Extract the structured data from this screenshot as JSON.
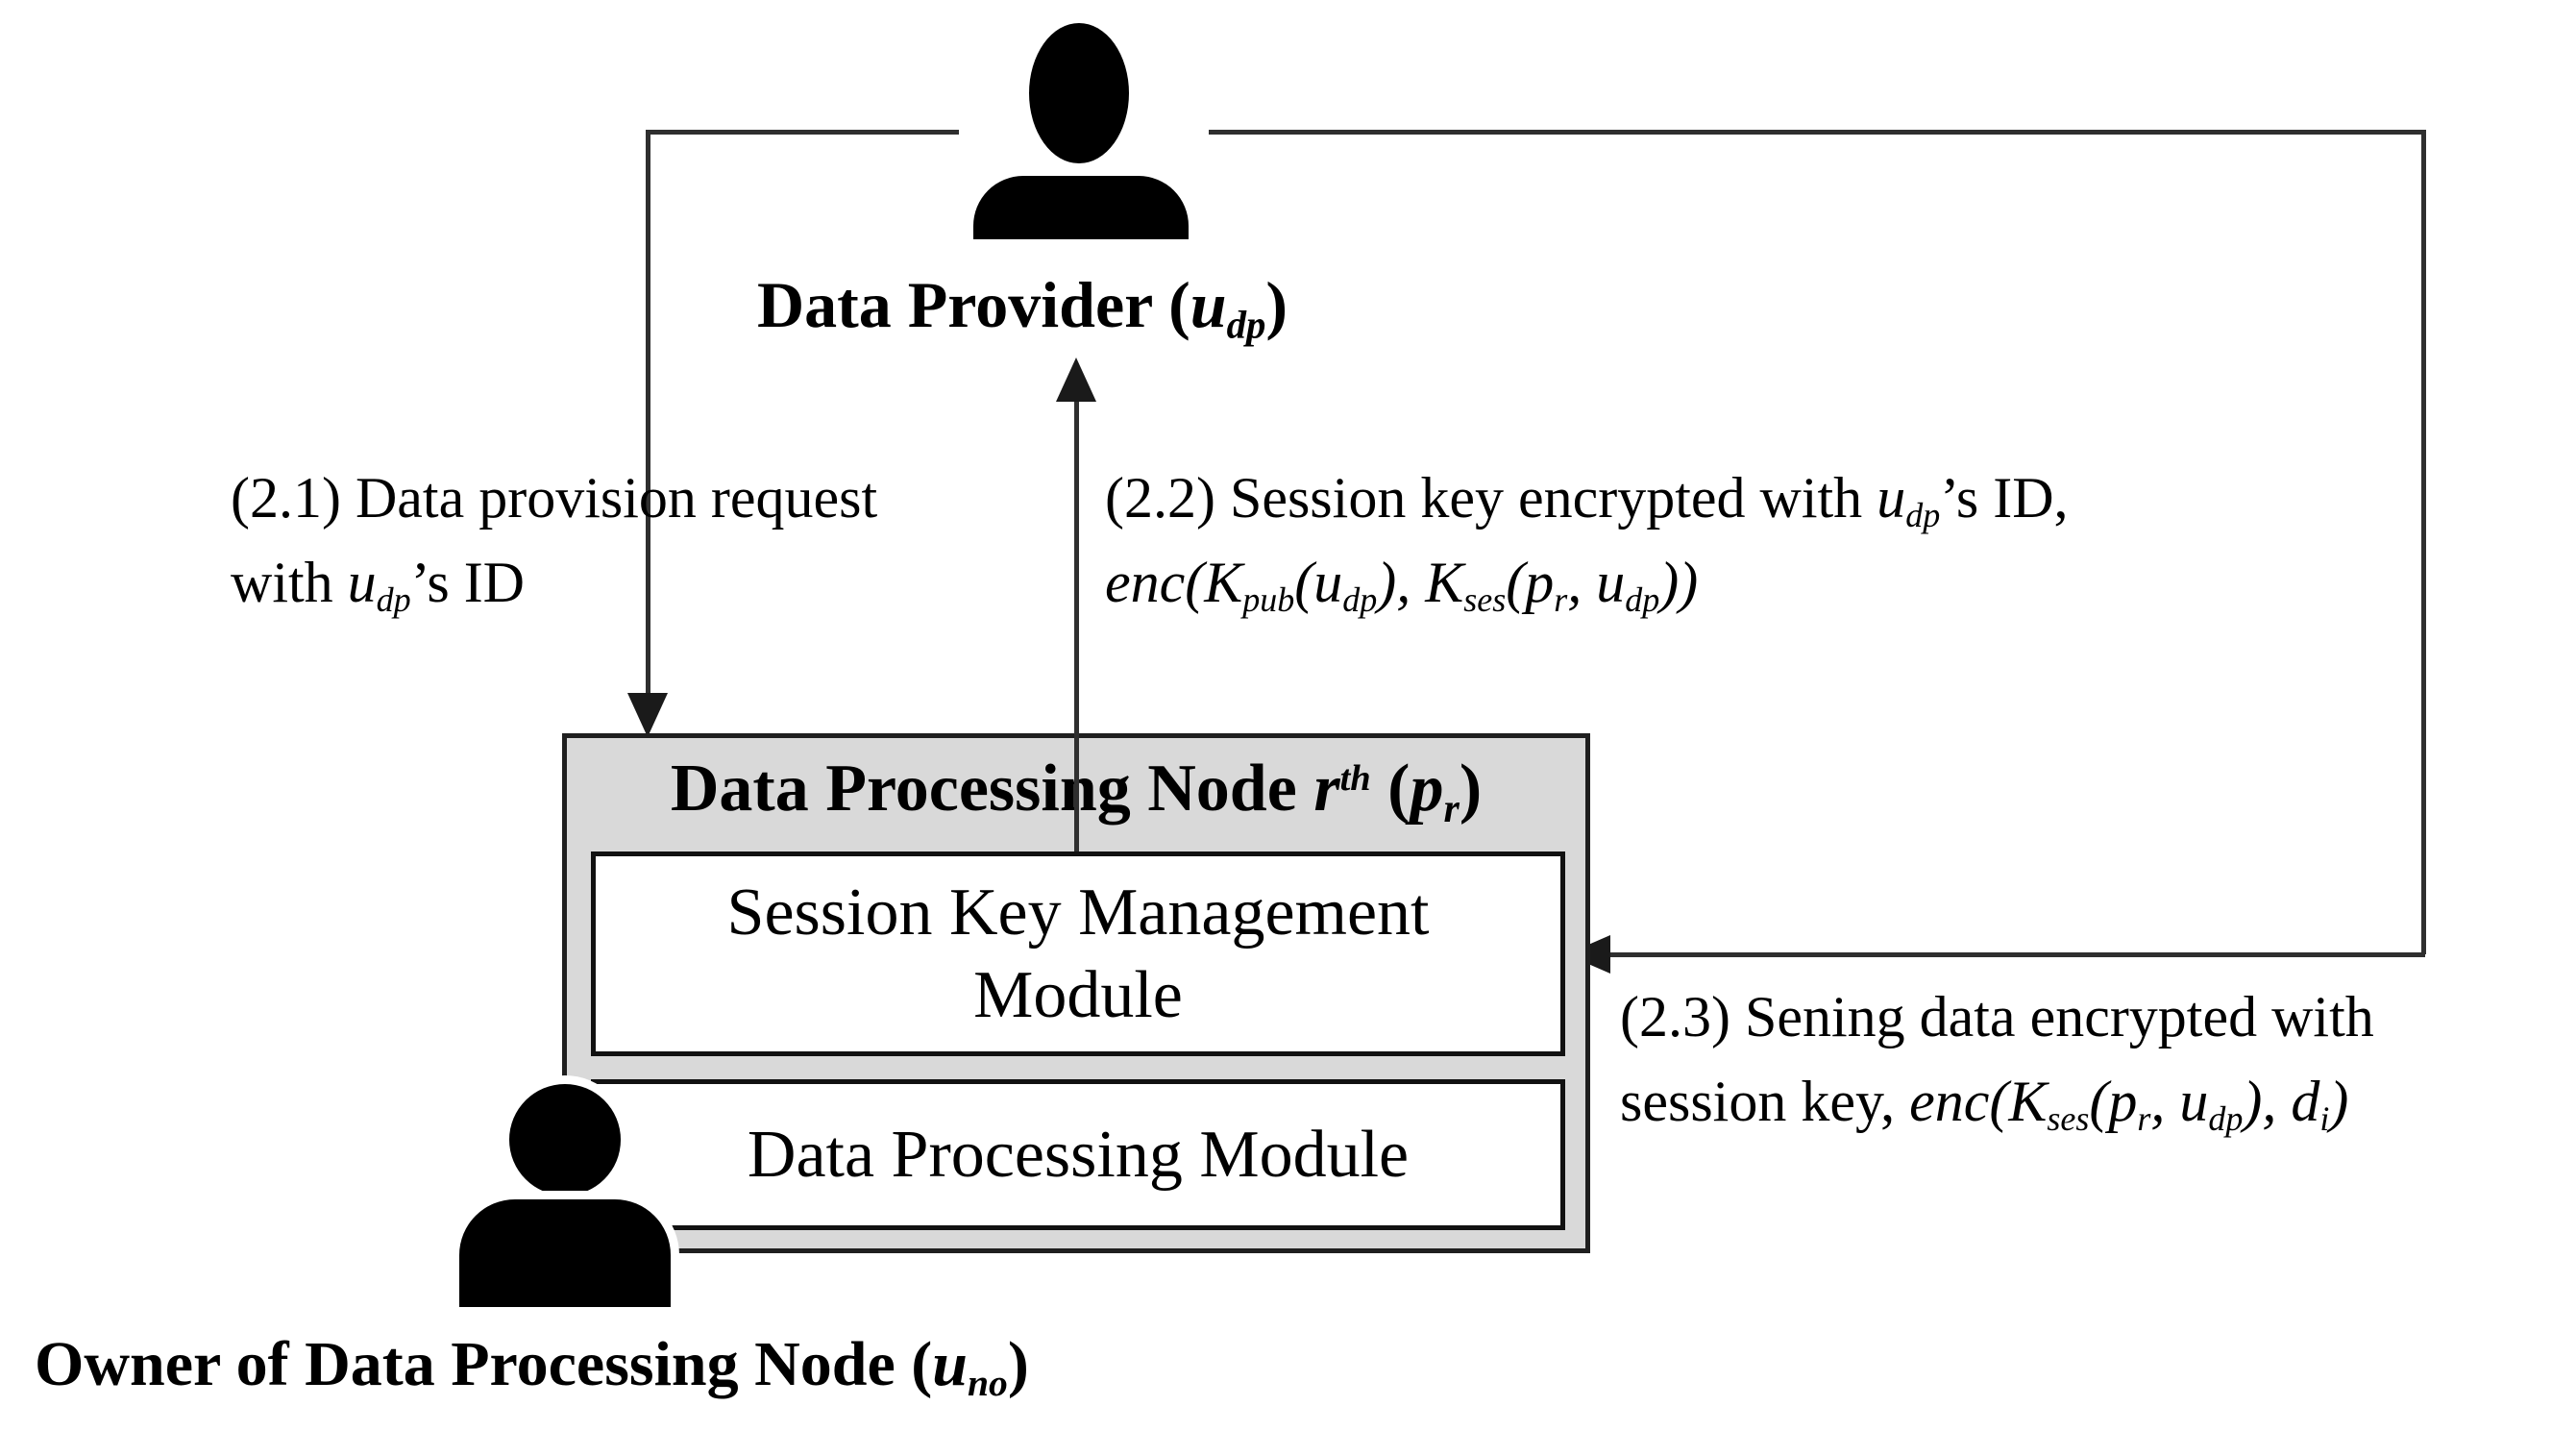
{
  "colors": {
    "background": "#ffffff",
    "node_fill": "#d9d9d9",
    "module_fill": "#ffffff",
    "line": "#2f2f2f",
    "text": "#000000"
  },
  "provider": {
    "prefix": "Data Provider (",
    "var": "u",
    "var_sub": "dp",
    "suffix": ")"
  },
  "node": {
    "title_prefix": "Data Processing Node ",
    "r": "r",
    "r_sup": "th",
    "open": " (",
    "p": "p",
    "p_sub": "r",
    "close": ")",
    "module1_line1": "Session Key Management",
    "module1_line2": "Module",
    "module2": "Data Processing Module"
  },
  "owner": {
    "prefix": "Owner of Data Processing Node (",
    "var": "u",
    "var_sub": "no",
    "suffix": ")"
  },
  "arrow21": {
    "line1": "(2.1) Data provision request",
    "with": "with ",
    "u": "u",
    "u_sub": "dp",
    "rest": "’s ID"
  },
  "arrow22": {
    "line1_prefix": "(2.2) Session key encrypted with ",
    "u": "u",
    "u_sub": "dp",
    "line1_suffix": "’s ID,",
    "m1": "enc(K",
    "m1_sub": "pub",
    "m2": "(u",
    "m2_sub": "dp",
    "m3": "), K",
    "m3_sub": "ses",
    "m4": "(p",
    "m4_sub": "r",
    "m5": ", u",
    "m5_sub": "dp",
    "m6": "))"
  },
  "arrow23": {
    "line1": "(2.3) Sening data encrypted with",
    "line2_prefix": "session key, ",
    "m1": "enc(K",
    "m1_sub": "ses",
    "m2": "(p",
    "m2_sub": "r",
    "m3": ", u",
    "m3_sub": "dp",
    "m4": "), d",
    "m4_sub": "i",
    "m5": ")"
  }
}
